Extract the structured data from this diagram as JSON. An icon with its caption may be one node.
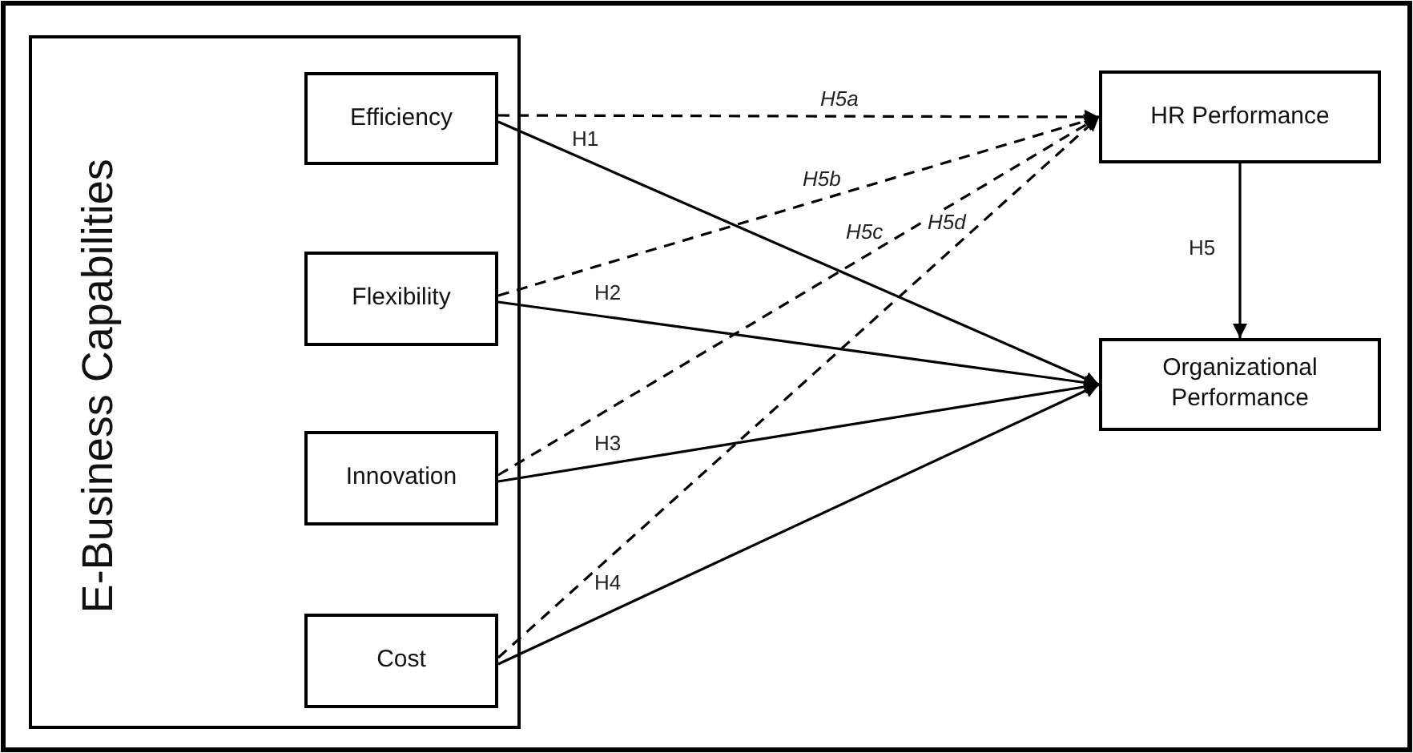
{
  "diagram": {
    "nodes": [
      {
        "text": [
          "E-Business Capabilities"
        ]
      },
      {
        "text": [
          "Efficiency"
        ],
        "in": 0
      },
      {
        "text": [
          "Flexibility"
        ],
        "in": 0
      },
      {
        "text": [
          "Innovation"
        ],
        "in": 0
      },
      {
        "text": [
          "Cost"
        ],
        "in": 0
      },
      {
        "text": [
          "HR Performance"
        ]
      },
      {
        "text": [
          "Organizational Performance"
        ]
      }
    ],
    "edges": [
      {
        "from": 1,
        "to": 5,
        "arrow": "to",
        "label": "H5a",
        "style": "dashed"
      },
      {
        "from": 1,
        "to": 6,
        "arrow": "to",
        "label": "H1"
      },
      {
        "from": 2,
        "to": 5,
        "arrow": "to",
        "label": "H5b",
        "style": "dashed"
      },
      {
        "from": 3,
        "to": 5,
        "arrow": "to",
        "label": "H5c",
        "style": "dashed"
      },
      {
        "from": 4,
        "to": 5,
        "arrow": "to",
        "label": "H5d",
        "style": "dashed"
      },
      {
        "from": 2,
        "to": 6,
        "arrow": "to",
        "label": "H2"
      },
      {
        "from": 3,
        "to": 6,
        "arrow": "to",
        "label": "H3"
      },
      {
        "from": 4,
        "to": 6,
        "arrow": "to",
        "label": "H4"
      },
      {
        "from": 5,
        "to": 6,
        "arrow": "to",
        "label": "H5"
      }
    ]
  }
}
